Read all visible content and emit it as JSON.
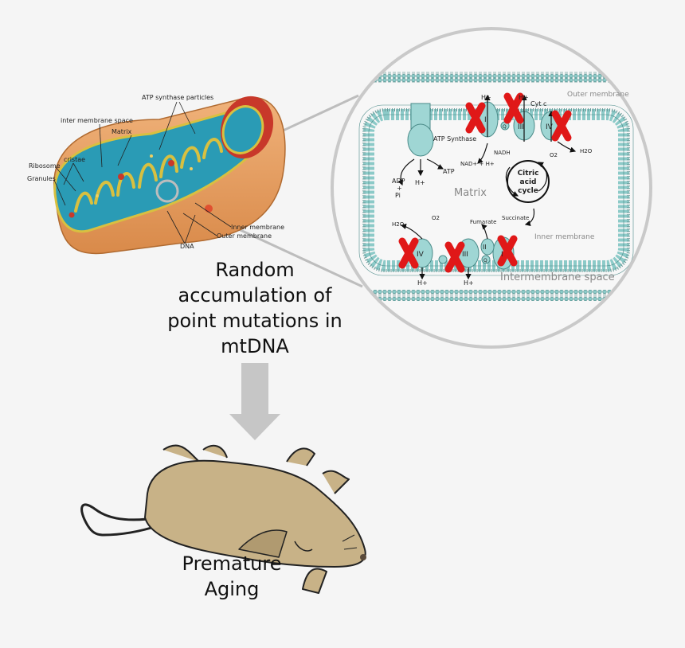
{
  "mito_labels": {
    "atp_synthase_particles": "ATP synthase particles",
    "inter_membrane_space": "inter membrane space",
    "matrix": "Matrix",
    "cristae": "cristae",
    "ribosome": "Ribosome",
    "granules": "Granules",
    "inner_membrane": "Inner membrane",
    "outer_membrane": "Outer membrane",
    "dna": "DNA"
  },
  "zoom_labels": {
    "outer_membrane": "Outer membrane",
    "inner_membrane": "Inner membrane",
    "intermembrane_space": "Intermembrane space",
    "matrix": "Matrix",
    "atp_synthase": "ATP Synthase",
    "atp": "ATP",
    "adp": "ADP",
    "plus": "+",
    "pi": "Pi",
    "h_plus": "H+",
    "nadh": "NADH",
    "nad": "NAD+ + H+",
    "cyt_c": "Cyt c",
    "o2": "O2",
    "h2o": "H2O",
    "fumarate": "Fumarate",
    "succinate": "Succinate",
    "cycle_line1": "Citric",
    "cycle_line2": "acid",
    "cycle_line3": "cycle",
    "complex_i": "I",
    "complex_ii": "II",
    "complex_iii": "III",
    "complex_iv": "IV",
    "q": "Q"
  },
  "caption": {
    "line1": "Random",
    "line2": "accumulation of",
    "line3": "point mutations in",
    "line4": "mtDNA"
  },
  "outcome": {
    "line1": "Premature",
    "line2": "Aging"
  },
  "colors": {
    "background": "#f5f5f5",
    "mito_outer": "#e89a5a",
    "mito_matrix": "#2a9bb5",
    "cristae": "#d8c040",
    "membrane_teal": "#8ccac8",
    "mark_red": "#e01818",
    "arrow_gray": "#c6c6c6",
    "mouse_body": "#c8b287"
  }
}
